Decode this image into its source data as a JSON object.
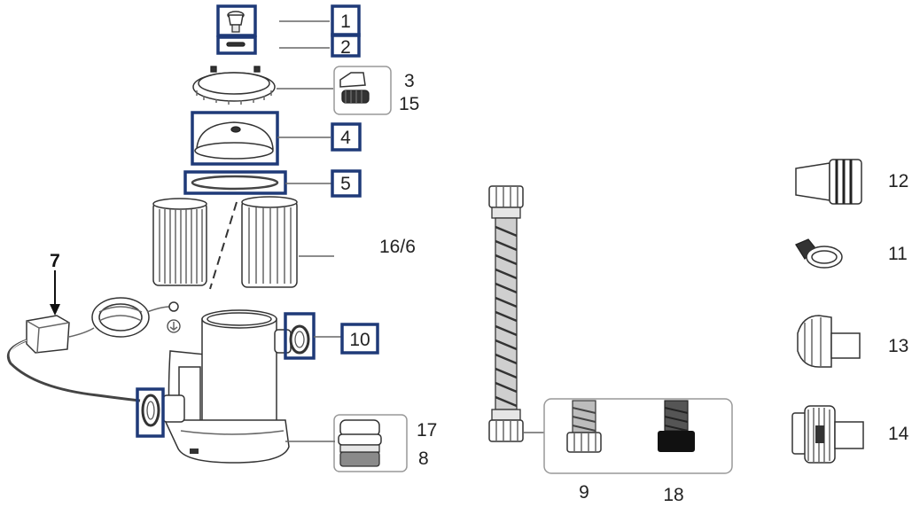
{
  "parts": {
    "p1": "1",
    "p2": "2",
    "p3": "3",
    "p15": "15",
    "p4": "4",
    "p5": "5",
    "p16_6": "16/6",
    "p7": "7",
    "p10": "10",
    "p17": "17",
    "p8": "8",
    "p12": "12",
    "p11": "11",
    "p13": "13",
    "p14": "14",
    "p9": "9",
    "p18": "18"
  },
  "colors": {
    "highlight_box": "#1f3a78",
    "line": "#333333"
  }
}
